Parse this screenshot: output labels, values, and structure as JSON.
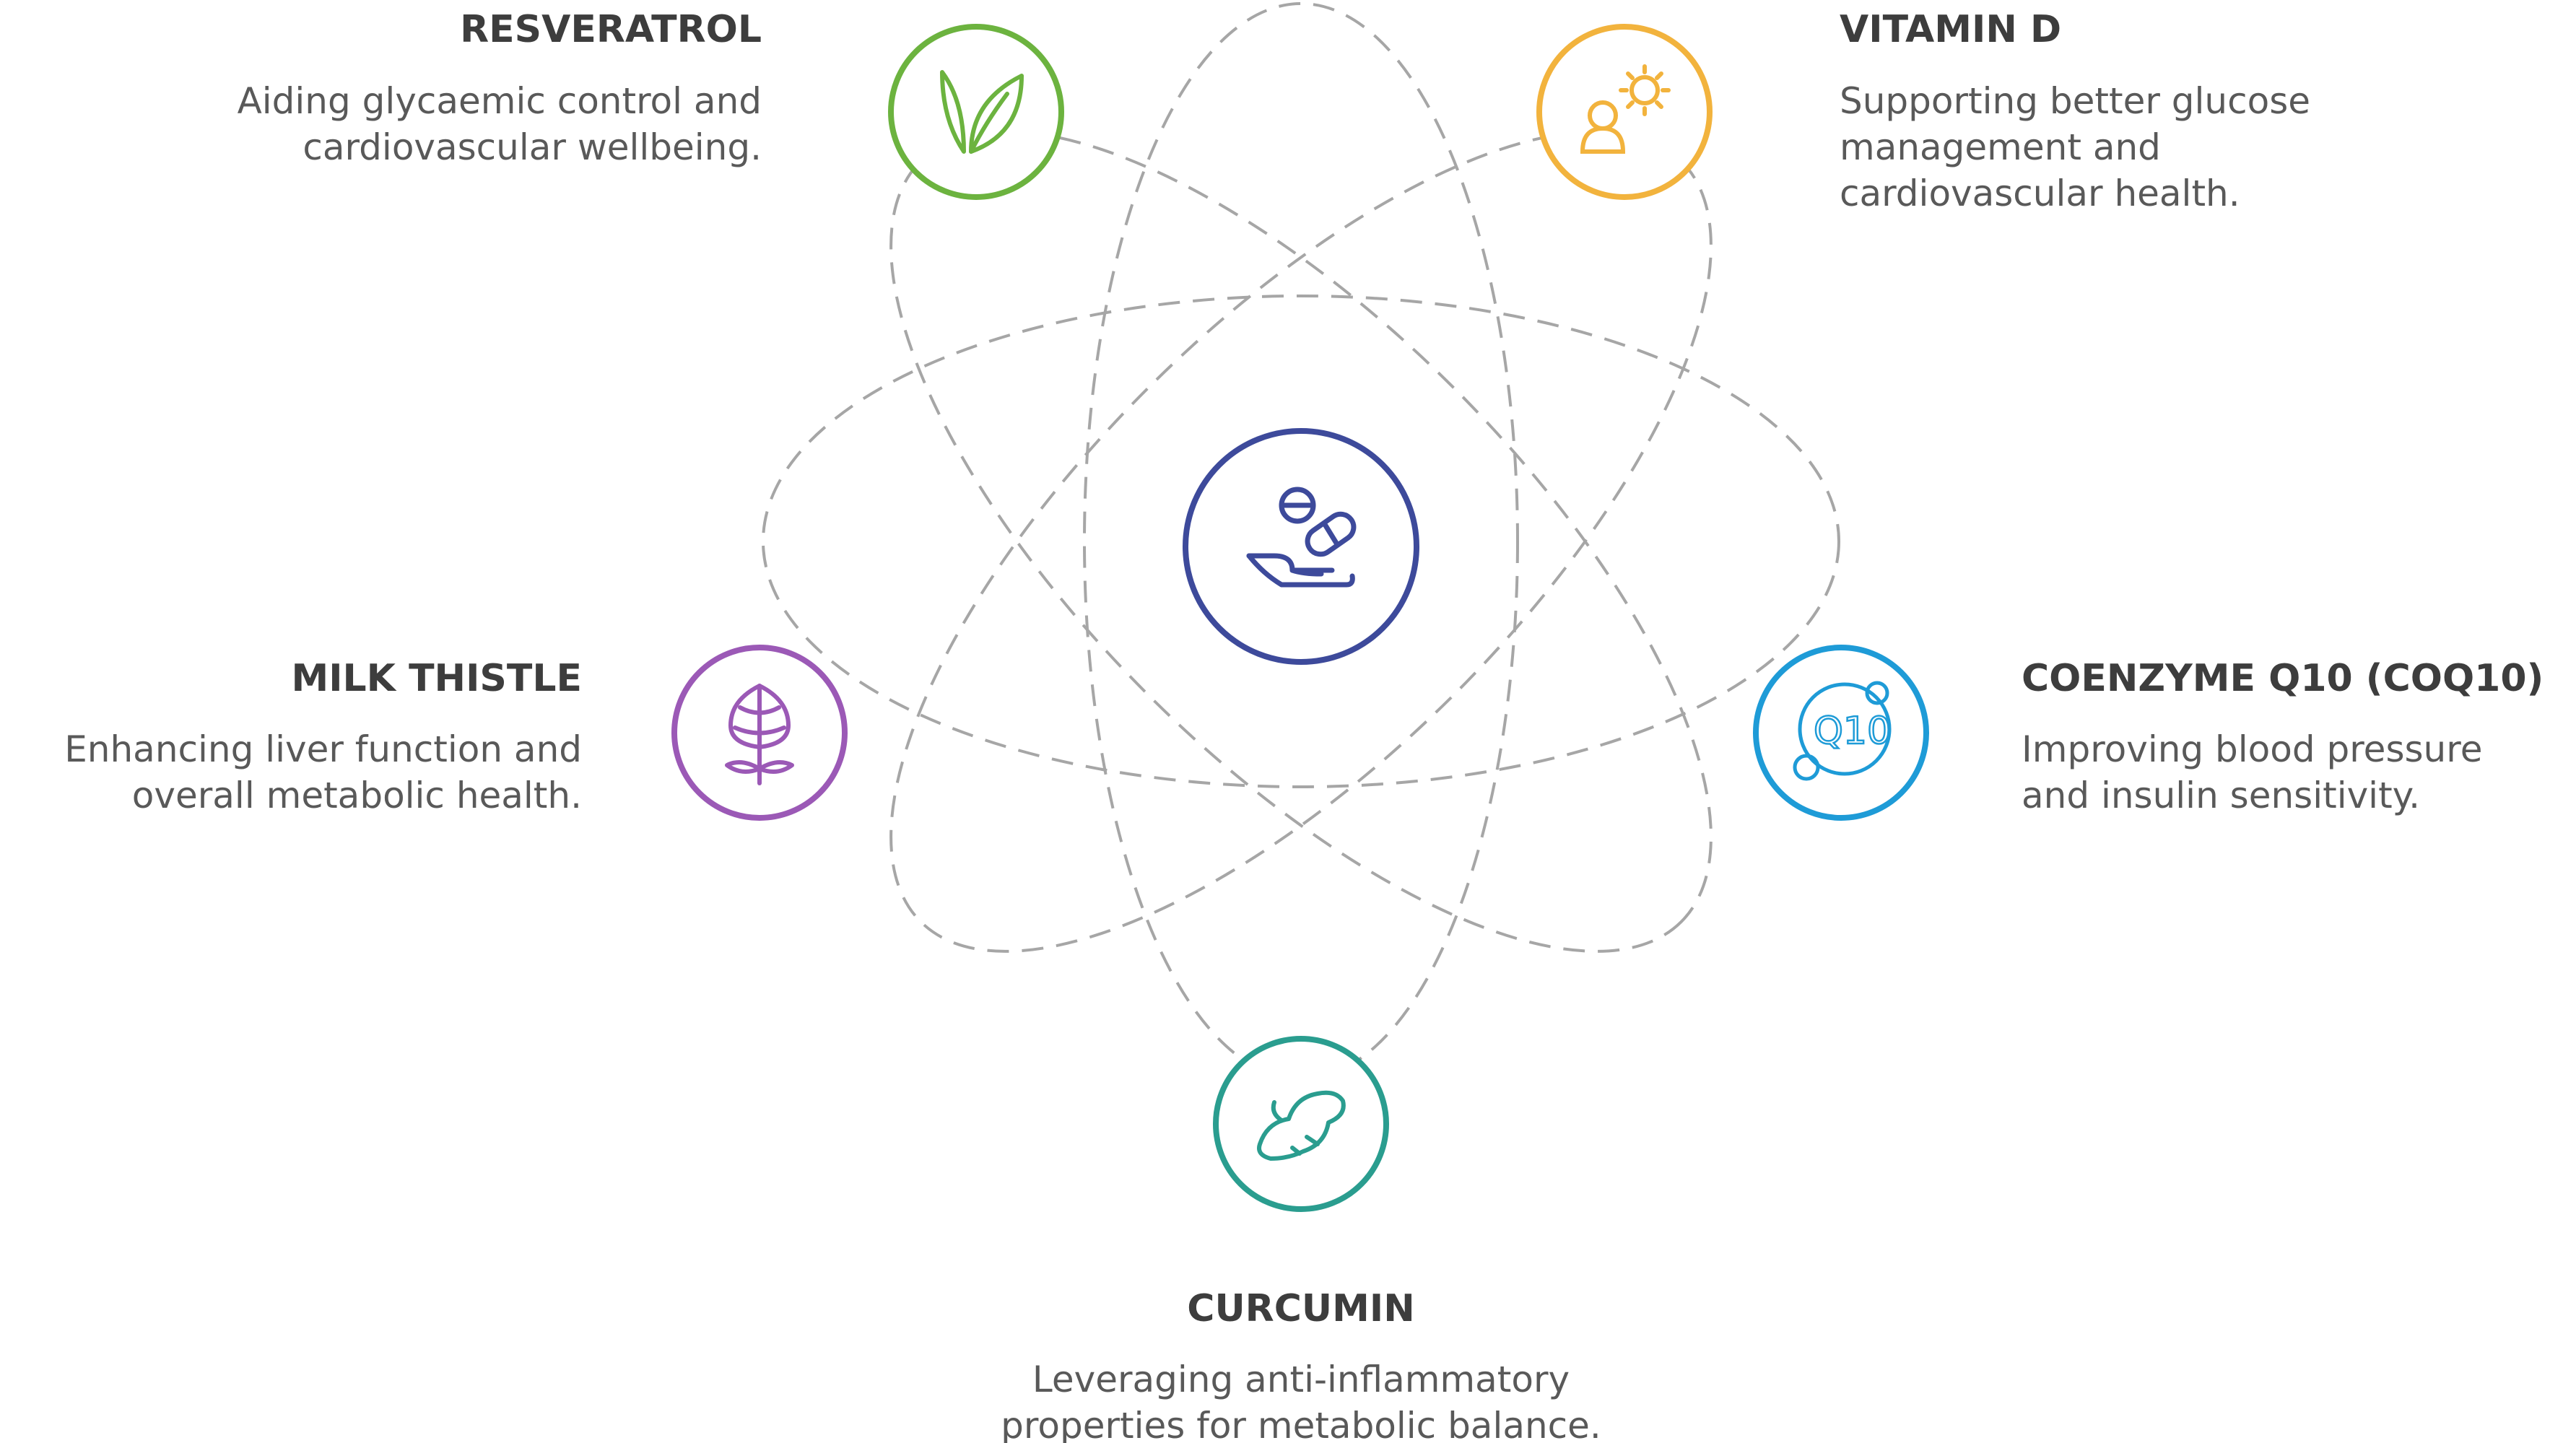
{
  "center": {
    "icon": "hand-with-pills-icon",
    "color": "#3d4a9b"
  },
  "items": [
    {
      "title": "RESVERATROL",
      "desc": [
        "Aiding glycaemic control and",
        "cardiovascular wellbeing."
      ],
      "icon": "leaf-icon",
      "color": "#6cb33f"
    },
    {
      "title": "VITAMIN D",
      "desc": [
        "Supporting better glucose",
        "management and",
        "cardiovascular health."
      ],
      "icon": "person-sun-icon",
      "color": "#f2b33d"
    },
    {
      "title": "MILK THISTLE",
      "desc": [
        "Enhancing liver function and",
        "overall metabolic health."
      ],
      "icon": "thistle-flower-icon",
      "color": "#9b59b6"
    },
    {
      "title": "COENZYME Q10 (COQ10)",
      "desc": [
        "Improving blood pressure",
        "and insulin sensitivity."
      ],
      "icon": "q10-molecule-icon",
      "color": "#1e9bd7"
    },
    {
      "title": "CURCUMIN",
      "desc": [
        "Leveraging anti-inflammatory",
        "properties for metabolic balance."
      ],
      "icon": "turmeric-root-icon",
      "color": "#2a9d8f"
    }
  ],
  "orbit_color": "#a6a6a6"
}
